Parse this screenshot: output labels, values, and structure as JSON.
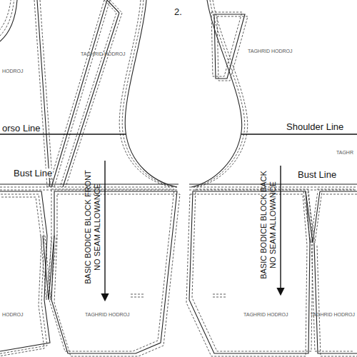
{
  "diagram": {
    "labels": [
      "2.",
      "HODROJ",
      "TAGHRID HODROJ",
      "TAGHRID HODROJ",
      "orso Line",
      "Shoulder Line",
      "TAGHR",
      "Bust Line",
      "Bust Line",
      "BASIC BODICE BLOCK FRONT",
      "NO SEAM ALLOWANCE",
      "BASIC BODICE BLOCK BACK",
      "NO SEAM ALLOWANCE",
      "HODROJ",
      "TAGHRID HODROJ",
      "TAGHRID HODROJ",
      "TAGHRID HODROJ"
    ]
  }
}
